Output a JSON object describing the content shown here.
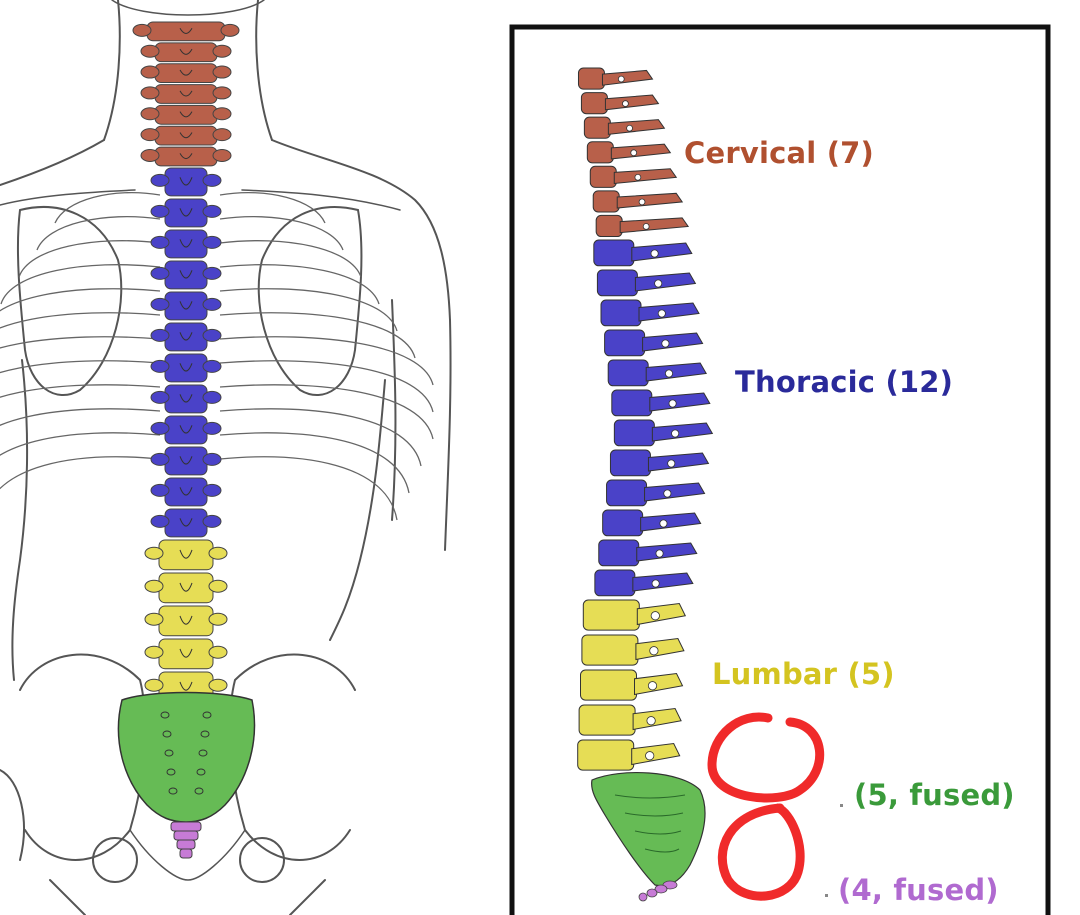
{
  "colors": {
    "cervical": "#b8604a",
    "thoracic": "#4a42c8",
    "lumbar": "#e6dd55",
    "sacrum": "#66bb55",
    "coccyx": "#c77bd6",
    "annotation": "#f02a2a",
    "outline": "#555555",
    "frame": "#111111"
  },
  "labels": {
    "cervical": "Cervical (7)",
    "thoracic": "Thoracic (12)",
    "lumbar": "Lumbar (5)",
    "sacrum": "(5, fused)",
    "coccyx": "(4, fused)"
  },
  "regions": [
    {
      "key": "cervical",
      "count": 7
    },
    {
      "key": "thoracic",
      "count": 12
    },
    {
      "key": "lumbar",
      "count": 5
    },
    {
      "key": "sacrum",
      "count": 5
    },
    {
      "key": "coccyx",
      "count": 4
    }
  ]
}
